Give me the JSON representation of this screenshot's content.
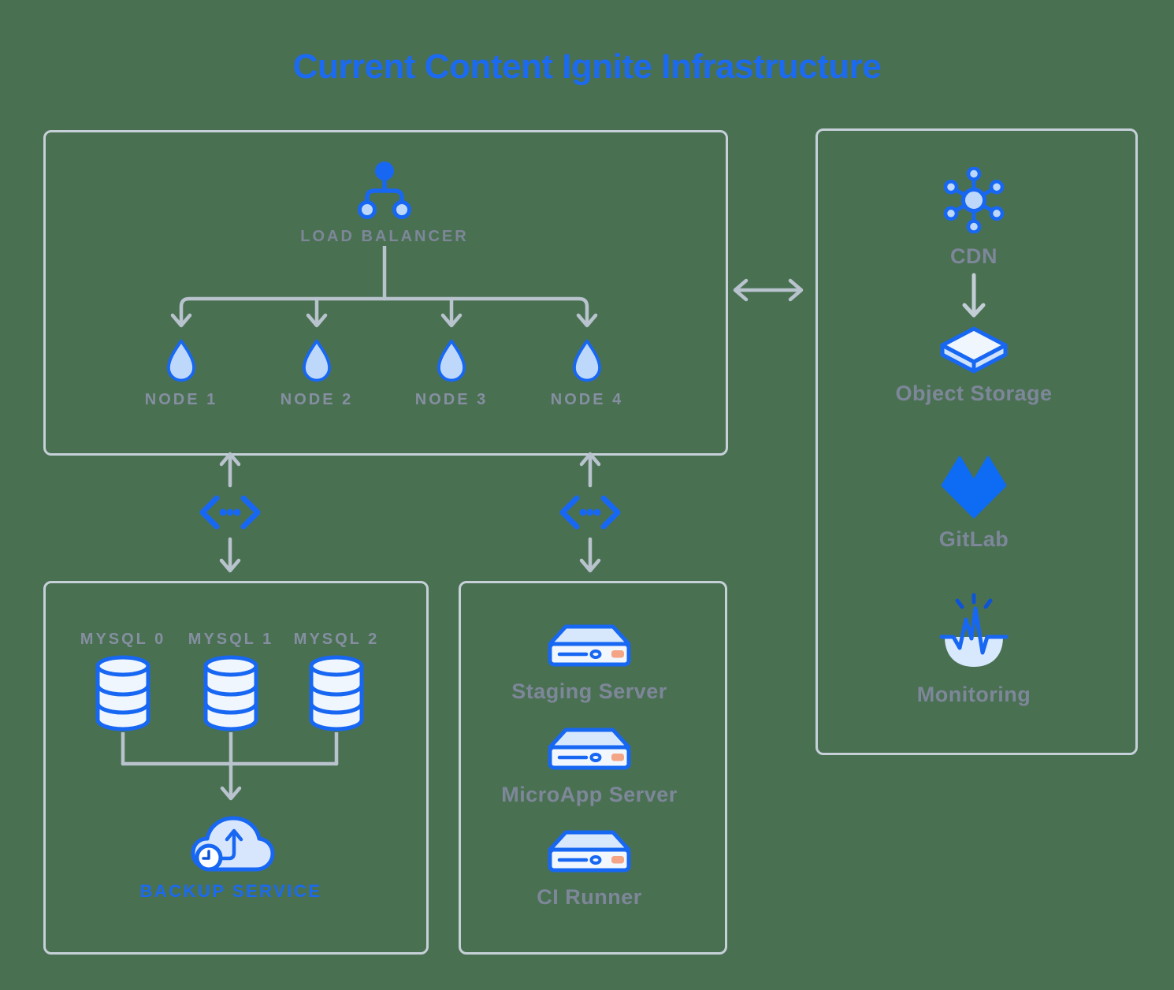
{
  "title": "Current Content Ignite Infrastructure",
  "colors": {
    "background_green": "#4A7052",
    "accent_blue": "#1767F2",
    "title_blue": "#1B6AF0",
    "gitlab_blue": "#0D6BF4",
    "light_blue_fill": "#BDD8FB",
    "pale_blue_fill": "#F0F6FE",
    "cloud_blue_fill": "#D7E6FC",
    "box_border_gray": "#C6D0D9",
    "arrow_gray": "#B8C3CD",
    "label_gray": "#7D8799",
    "caps_label_gray": "#858FA1",
    "server_detail_orange": "#F4A585"
  },
  "cluster_box": {
    "load_balancer": {
      "label": "LOAD BALANCER",
      "icon": "load-balancer-icon"
    },
    "node_icon": "droplet-icon",
    "nodes": [
      {
        "label": "NODE 1"
      },
      {
        "label": "NODE 2"
      },
      {
        "label": "NODE 3"
      },
      {
        "label": "NODE 4"
      }
    ]
  },
  "services_box": {
    "items": [
      {
        "label": "CDN",
        "icon": "cdn-icon"
      },
      {
        "label": "Object Storage",
        "icon": "object-storage-icon"
      },
      {
        "label": "GitLab",
        "icon": "gitlab-icon"
      },
      {
        "label": "Monitoring",
        "icon": "monitoring-icon"
      }
    ]
  },
  "database_box": {
    "database_icon": "database-cylinder-icon",
    "databases": [
      {
        "label": "MYSQL 0"
      },
      {
        "label": "MYSQL 1"
      },
      {
        "label": "MYSQL 2"
      }
    ],
    "backup_service": {
      "label": "BACKUP SERVICE",
      "icon": "backup-cloud-icon"
    }
  },
  "ci_box": {
    "server_icon": "server-icon",
    "servers": [
      {
        "label": "Staging Server"
      },
      {
        "label": "MicroApp Server"
      },
      {
        "label": "CI Runner"
      }
    ]
  },
  "connections": {
    "api_icon": "code-api-icon",
    "cluster_to_services_icon": "horizontal-double-arrow-icon",
    "cluster_to_database_icon": "vertical-double-arrow-icon",
    "cluster_to_ci_icon": "vertical-double-arrow-icon",
    "cdn_to_object_storage_icon": "down-arrow-icon",
    "load_balancer_fanout_icon": "branch-arrows-icon",
    "databases_to_backup_icon": "merge-arrow-icon"
  }
}
